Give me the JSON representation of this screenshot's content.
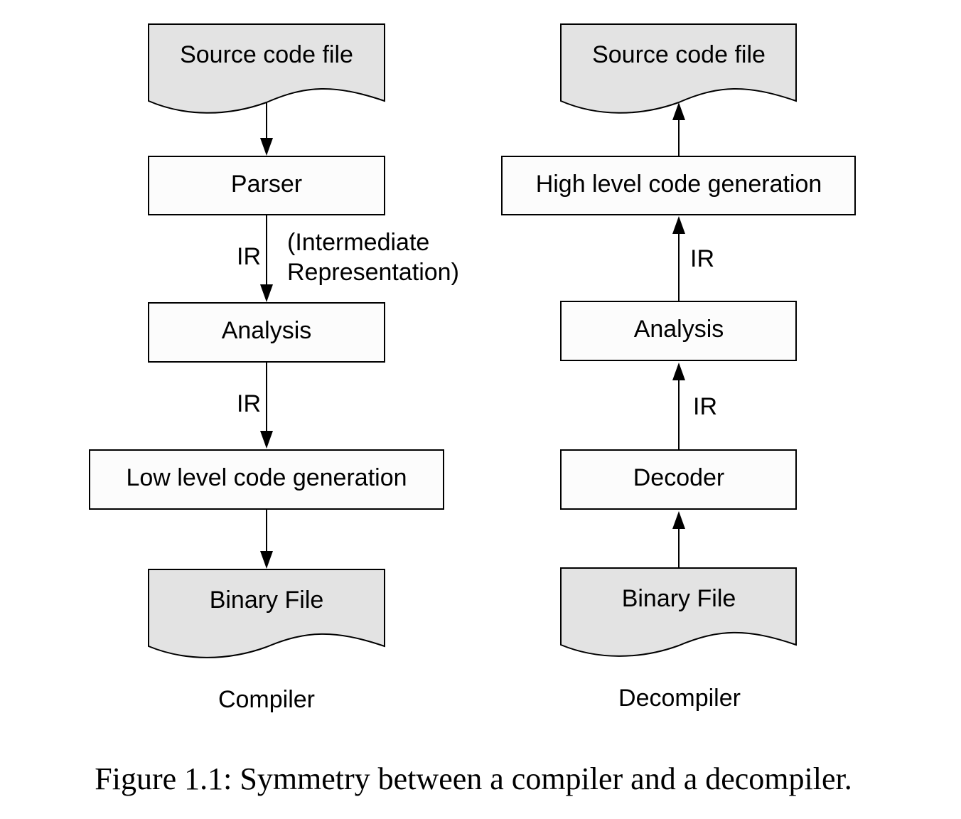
{
  "compiler": {
    "caption": "Compiler",
    "source": "Source code file",
    "parser": "Parser",
    "ir_1": "IR",
    "ir_note_line1": "(Intermediate",
    "ir_note_line2": "Representation)",
    "analysis": "Analysis",
    "ir_2": "IR",
    "codegen": "Low level code generation",
    "binary": "Binary File"
  },
  "decompiler": {
    "caption": "Decompiler",
    "source": "Source code file",
    "codegen": "High level code generation",
    "ir_1": "IR",
    "analysis": "Analysis",
    "ir_2": "IR",
    "decoder": "Decoder",
    "binary": "Binary File"
  },
  "figure_caption": "Figure 1.1: Symmetry between a compiler and a decompiler."
}
